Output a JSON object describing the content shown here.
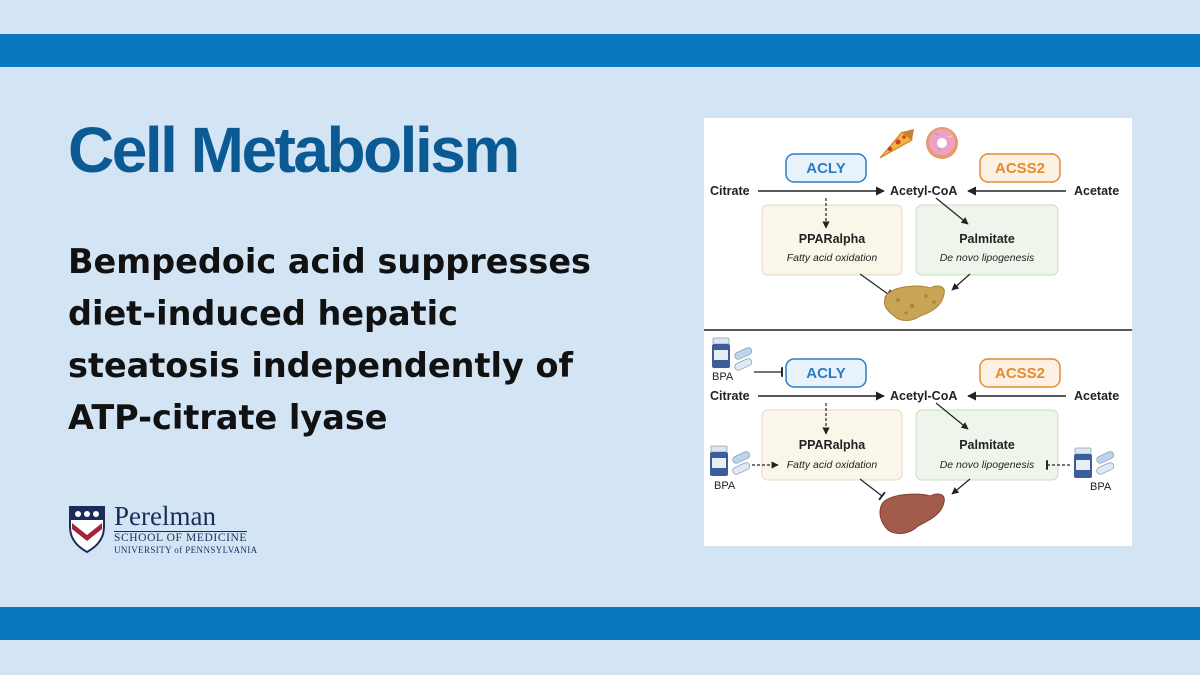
{
  "header": {
    "journal": "Cell Metabolism"
  },
  "headline": {
    "lines": [
      "Bempedoic acid suppresses",
      "diet-induced hepatic",
      "steatosis independently of",
      "ATP-citrate lyase"
    ]
  },
  "logo": {
    "name": "Perelman",
    "school": "SCHOOL OF MEDICINE",
    "university": "UNIVERSITY of PENNSYLVANIA"
  },
  "colors": {
    "background": "#d3e5f5",
    "band": "#0b77c0",
    "journal_text": "#0c5a93",
    "acly": "#2a7cc7",
    "acss2": "#e68a2e",
    "box_left_fill": "#fbf6ea",
    "box_right_fill": "#eef6ec",
    "liver_fatty": "#c9a455",
    "liver_healthy": "#a35b4b"
  },
  "diagram": {
    "top": {
      "acly": "ACLY",
      "acss2": "ACSS2",
      "citrate": "Citrate",
      "acetyl_coa": "Acetyl-CoA",
      "acetate": "Acetate",
      "left_box": {
        "title": "PPARalpha",
        "subtitle": "Fatty acid oxidation"
      },
      "right_box": {
        "title": "Palmitate",
        "subtitle": "De novo lipogenesis"
      },
      "icons": [
        "pizza-icon",
        "donut-icon",
        "fatty-liver-icon"
      ]
    },
    "bottom": {
      "acly": "ACLY",
      "acss2": "ACSS2",
      "citrate": "Citrate",
      "acetyl_coa": "Acetyl-CoA",
      "acetate": "Acetate",
      "bpa_top": "BPA",
      "bpa_left": "BPA",
      "bpa_right": "BPA",
      "left_box": {
        "title": "PPARalpha",
        "subtitle": "Fatty acid oxidation"
      },
      "right_box": {
        "title": "Palmitate",
        "subtitle": "De novo lipogenesis"
      },
      "icons": [
        "pill-bottle-icon",
        "capsule-icon",
        "healthy-liver-icon"
      ]
    }
  }
}
